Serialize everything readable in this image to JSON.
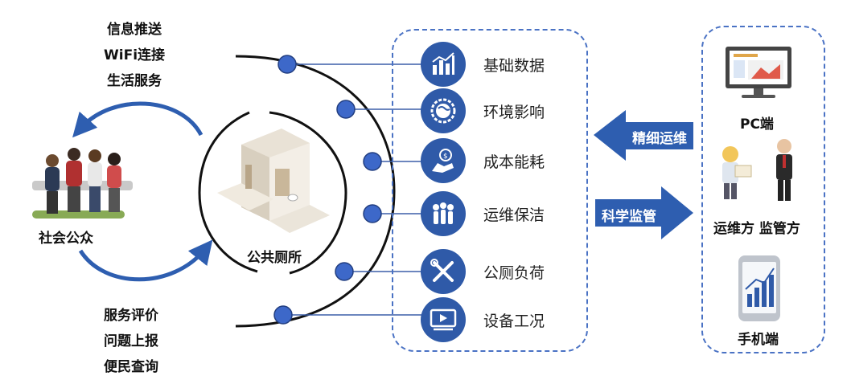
{
  "public": {
    "top_items": [
      "信息推送",
      "WiFi连接",
      "生活服务"
    ],
    "bottom_items": [
      "服务评价",
      "问题上报",
      "便民查询"
    ],
    "label": "社会公众"
  },
  "toilet": {
    "label": "公共厕所"
  },
  "modules": [
    {
      "label": "基础数据",
      "icon": "bar-chart-icon"
    },
    {
      "label": "环境影响",
      "icon": "globe-gear-icon"
    },
    {
      "label": "成本能耗",
      "icon": "money-idea-icon"
    },
    {
      "label": "运维保洁",
      "icon": "team-icon"
    },
    {
      "label": "公厕负荷",
      "icon": "tools-icon"
    },
    {
      "label": "设备工况",
      "icon": "monitor-play-icon"
    }
  ],
  "arrows": {
    "left": "精细运维",
    "right": "科学监管"
  },
  "right_panel": {
    "pc_label": "PC端",
    "roles_label": "运维方 监管方",
    "mobile_label": "手机端"
  },
  "colors": {
    "accent": "#2f5aa8",
    "arrow": "#2e5eb0",
    "dashed": "#4a72c4",
    "line": "#111111"
  }
}
